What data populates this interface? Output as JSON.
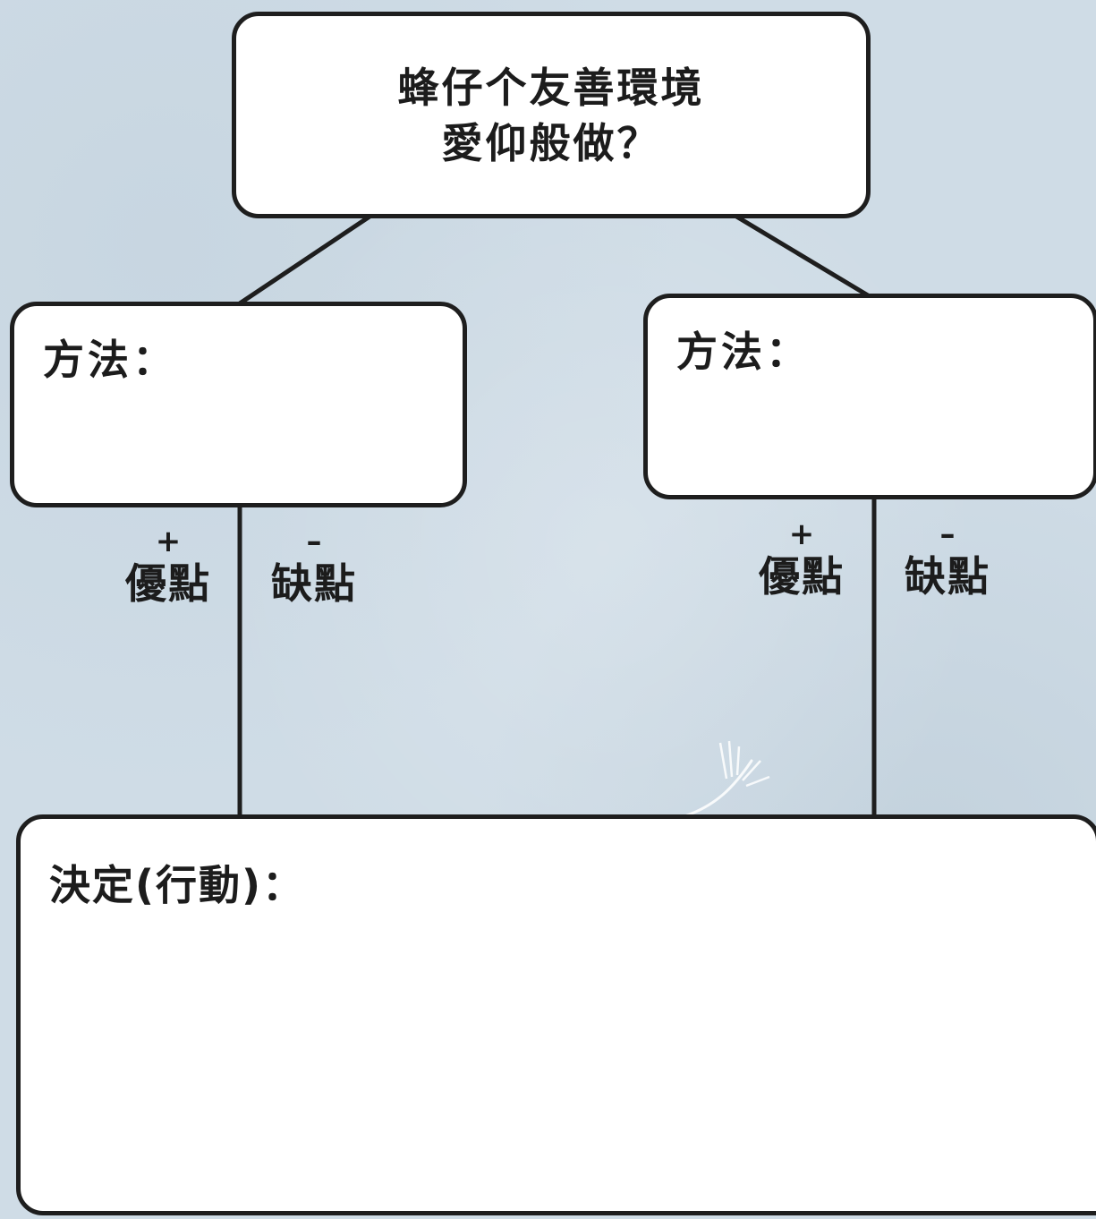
{
  "question": {
    "line1": "蜂仔个友善環境",
    "line2": "愛仰般做？"
  },
  "methods": [
    {
      "label": "方法：",
      "pros_sign": "+",
      "pros_label": "優點",
      "cons_sign": "–",
      "cons_label": "缺點"
    },
    {
      "label": "方法：",
      "pros_sign": "+",
      "pros_label": "優點",
      "cons_sign": "–",
      "cons_label": "缺點"
    }
  ],
  "decision": {
    "label": "決定(行動)："
  },
  "colors": {
    "background": "#cfdce6",
    "box_fill": "#ffffff",
    "line": "#1e1e1e"
  }
}
